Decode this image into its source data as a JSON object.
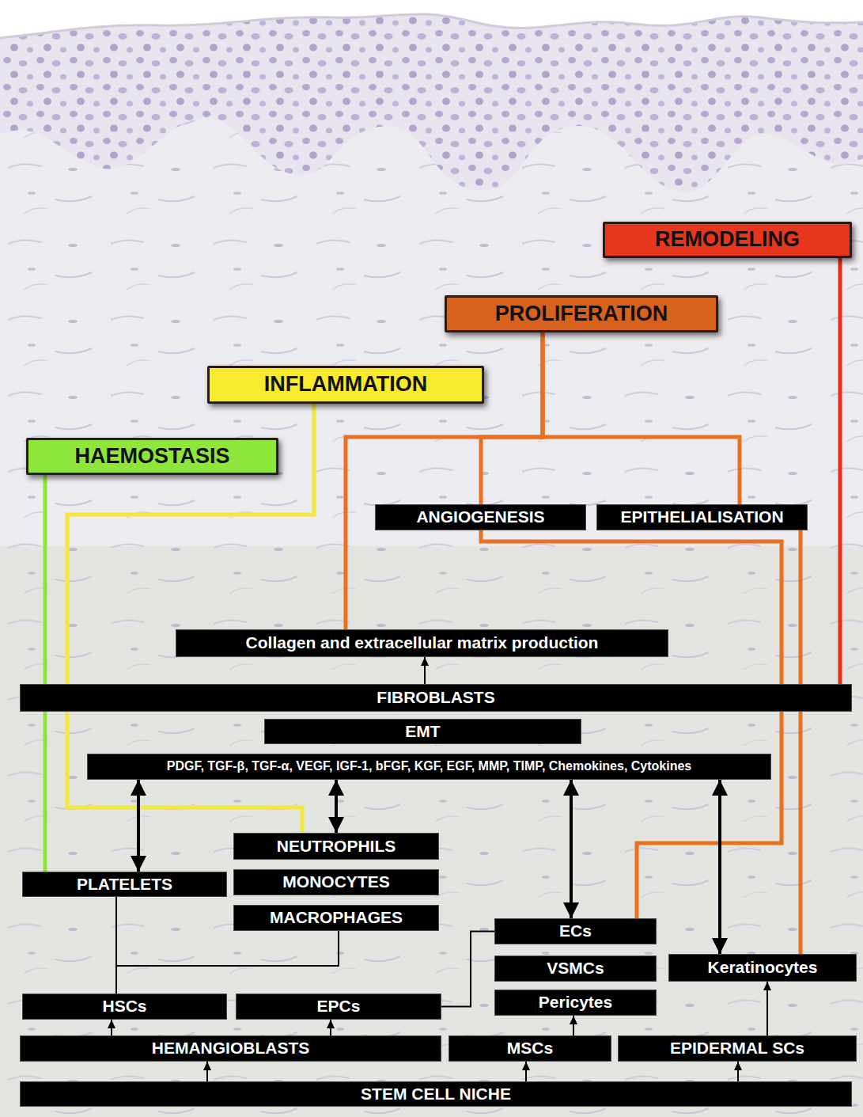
{
  "diagram": {
    "nodes": [
      {
        "text": [
          "REMODELING"
        ]
      },
      {
        "text": [
          "PROLIFERATION"
        ]
      },
      {
        "text": [
          "INFLAMMATION"
        ]
      },
      {
        "text": [
          "HAEMOSTASIS"
        ]
      },
      {
        "text": [
          "ANGIOGENESIS"
        ]
      },
      {
        "text": [
          "EPITHELIALISATION"
        ]
      },
      {
        "text": [
          "Collagen and extracellular matrix production"
        ]
      },
      {
        "text": [
          "FIBROBLASTS"
        ]
      },
      {
        "text": [
          "EMT"
        ]
      },
      {
        "text": [
          "PDGF, TGF-β, TGF-α, VEGF, IGF-1, bFGF, KGF, EGF, MMP, TIMP, Chemokines, Cytokines"
        ]
      },
      {
        "text": [
          "NEUTROPHILS"
        ]
      },
      {
        "text": [
          "PLATELETS"
        ]
      },
      {
        "text": [
          "MONOCYTES"
        ]
      },
      {
        "text": [
          "MACROPHAGES"
        ]
      },
      {
        "text": [
          "ECs"
        ]
      },
      {
        "text": [
          "VSMCs"
        ]
      },
      {
        "text": [
          "Keratinocytes"
        ]
      },
      {
        "text": [
          "HSCs"
        ]
      },
      {
        "text": [
          "EPCs"
        ]
      },
      {
        "text": [
          "Pericytes"
        ]
      },
      {
        "text": [
          "HEMANGIOBLASTS"
        ]
      },
      {
        "text": [
          "MSCs"
        ]
      },
      {
        "text": [
          "EPIDERMAL SCs"
        ]
      },
      {
        "text": [
          "STEM CELL NICHE"
        ]
      }
    ],
    "edges": [
      {
        "from": 0,
        "to": 7,
        "arrow": "none"
      },
      {
        "from": 1,
        "to": 6,
        "arrow": "none"
      },
      {
        "from": 1,
        "to": 4,
        "arrow": "none"
      },
      {
        "from": 1,
        "to": 5,
        "arrow": "none"
      },
      {
        "from": 4,
        "to": 14,
        "arrow": "none"
      },
      {
        "from": 5,
        "to": 16,
        "arrow": "none"
      },
      {
        "from": 2,
        "to": 10,
        "arrow": "none"
      },
      {
        "from": 3,
        "to": 11,
        "arrow": "none"
      },
      {
        "from": 7,
        "to": 6,
        "arrow": "to"
      },
      {
        "from": 9,
        "to": 11,
        "arrow": "both"
      },
      {
        "from": 9,
        "to": 10,
        "arrow": "both"
      },
      {
        "from": 9,
        "to": 14,
        "arrow": "both"
      },
      {
        "from": 9,
        "to": 16,
        "arrow": "both"
      },
      {
        "from": 17,
        "to": 11,
        "arrow": "none"
      },
      {
        "from": 17,
        "to": 13,
        "arrow": "none"
      },
      {
        "from": 18,
        "to": 14,
        "arrow": "none"
      },
      {
        "from": 20,
        "to": 17,
        "arrow": "to"
      },
      {
        "from": 20,
        "to": 18,
        "arrow": "to"
      },
      {
        "from": 21,
        "to": 19,
        "arrow": "to"
      },
      {
        "from": 22,
        "to": 16,
        "arrow": "to"
      },
      {
        "from": 23,
        "to": 20,
        "arrow": "to"
      },
      {
        "from": 23,
        "to": 21,
        "arrow": "to"
      },
      {
        "from": 23,
        "to": 22,
        "arrow": "to"
      }
    ]
  }
}
